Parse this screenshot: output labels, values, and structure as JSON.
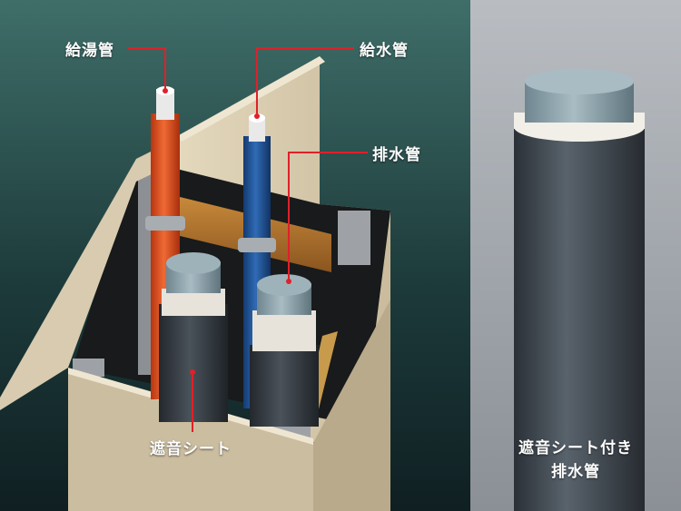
{
  "labels": {
    "hot_water_pipe": "給湯管",
    "water_supply_pipe": "給水管",
    "drain_pipe": "排水管",
    "sound_sheet": "遮音シート",
    "product_line1": "遮音シート付き",
    "product_line2": "排水管"
  },
  "colors": {
    "leader_line": "#e0202a",
    "hot_pipe": "#e24a1e",
    "cold_pipe": "#1f4d8f",
    "drain_pipe": "#8ea4ad",
    "sheet": "#3a4046",
    "board": "#d9ccb1"
  }
}
